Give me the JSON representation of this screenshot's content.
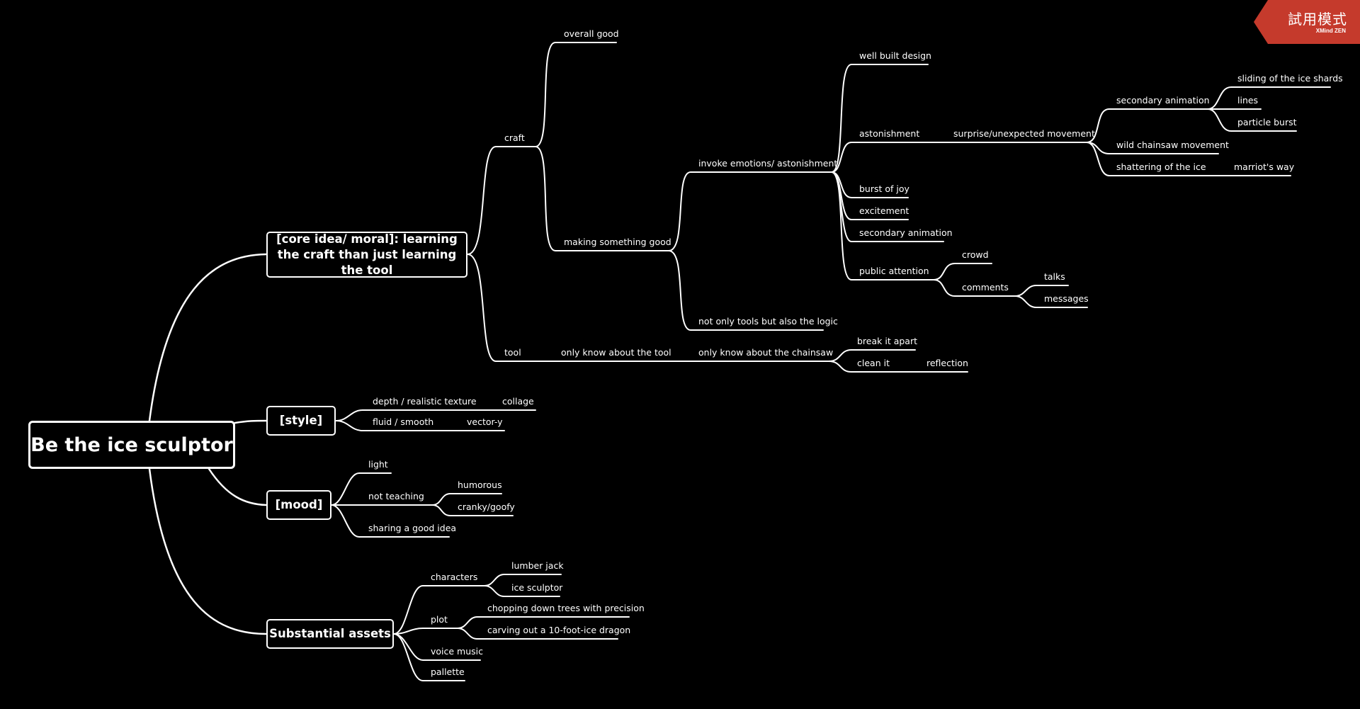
{
  "app": {
    "trial_badge": "試用模式",
    "brand": "XMind ZEN",
    "colors": {
      "background": "#000000",
      "line": "#ffffff",
      "badge": "#c53a2c"
    }
  },
  "root": {
    "label": "Be the ice sculptor"
  },
  "core": {
    "label": "[core idea/ moral]: learning the craft than just learning the tool",
    "craft": {
      "label": "craft",
      "overall_good": "overall good",
      "making_good": {
        "label": "making something good",
        "invoke": {
          "label": "invoke emotions/ astonishment",
          "well_built": "well built design",
          "astonishment": {
            "label": "astonishment",
            "surprise": {
              "label": "surprise/unexpected movement",
              "secondary_anim": {
                "label": "secondary animation",
                "shards": "sliding of the ice shards",
                "lines": "lines",
                "particle": "particle burst"
              },
              "wild": "wild chainsaw movement",
              "shattering": {
                "label": "shattering of the ice",
                "marriot": "marriot's way"
              }
            }
          },
          "burst": "burst of joy",
          "excitement": "excitement",
          "secondary": "secondary animation",
          "public": {
            "label": "public attention",
            "crowd": "crowd",
            "comments": {
              "label": "comments",
              "talks": "talks",
              "messages": "messages"
            }
          }
        },
        "logic": "not only tools but also the logic"
      }
    },
    "tool": {
      "label": "tool",
      "only_tool": "only know about the tool",
      "only_chainsaw": "only know about the chainsaw",
      "break_apart": "break it apart",
      "clean": {
        "label": "clean it",
        "reflection": "reflection"
      }
    }
  },
  "style": {
    "label": "[style]",
    "depth": {
      "label": "depth / realistic texture",
      "collage": "collage"
    },
    "fluid": {
      "label": "fluid / smooth",
      "vector": "vector-y"
    }
  },
  "mood": {
    "label": "[mood]",
    "light": "light",
    "not_teaching": {
      "label": "not teaching",
      "humorous": "humorous",
      "cranky": "cranky/goofy"
    },
    "sharing": "sharing a good idea"
  },
  "assets": {
    "label": "Substantial assets",
    "characters": {
      "label": "characters",
      "lumber": "lumber jack",
      "ice": "ice sculptor"
    },
    "plot": {
      "label": "plot",
      "chopping": "chopping down trees with precision",
      "carving": "carving out a 10-foot-ice dragon"
    },
    "voice": "voice music",
    "pallette": "pallette"
  }
}
